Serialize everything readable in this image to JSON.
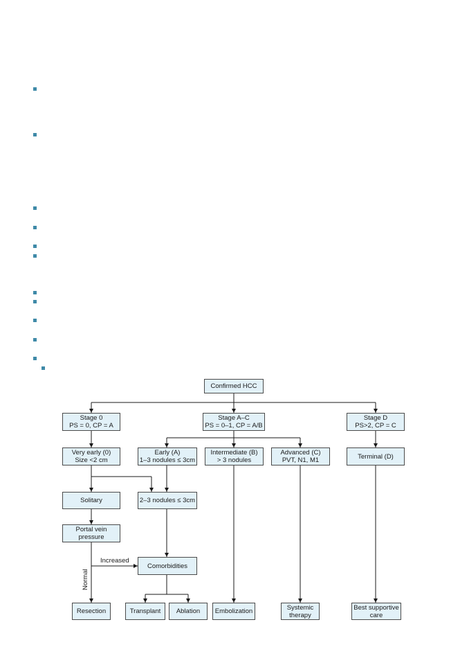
{
  "diagram": {
    "nodes": {
      "confirmed_hcc": [
        "Confirmed HCC"
      ],
      "stage_0": [
        "Stage 0",
        "PS = 0, CP = A"
      ],
      "stage_ac": [
        "Stage A–C",
        "PS = 0–1, CP = A/B"
      ],
      "stage_d": [
        "Stage D",
        "PS>2, CP = C"
      ],
      "very_early": [
        "Very early (0)",
        "Size <2 cm"
      ],
      "early": [
        "Early (A)",
        "1–3 nodules ≤ 3cm"
      ],
      "intermediate": [
        "Intermediate (B)",
        "> 3 nodules"
      ],
      "advanced": [
        "Advanced (C)",
        "PVT, N1, M1"
      ],
      "terminal": [
        "Terminal (D)"
      ],
      "solitary": [
        "Solitary"
      ],
      "two_three_nodules": [
        "2–3 nodules ≤ 3cm"
      ],
      "portal_vein": [
        "Portal vein",
        "pressure"
      ],
      "comorbidities": [
        "Comorbidities"
      ],
      "resection": [
        "Resection"
      ],
      "transplant": [
        "Transplant"
      ],
      "ablation": [
        "Ablation"
      ],
      "embolization": [
        "Embolization"
      ],
      "systemic_therapy": [
        "Systemic",
        "therapy"
      ],
      "best_supportive_care": [
        "Best supportive",
        "care"
      ]
    },
    "edge_labels": {
      "increased": "Increased",
      "normal": "Normal"
    }
  }
}
